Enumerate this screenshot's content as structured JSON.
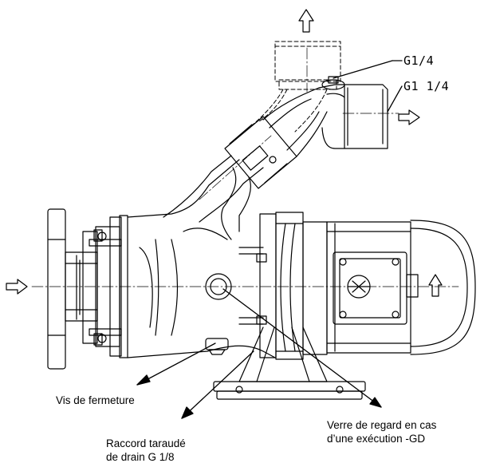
{
  "threads": {
    "g14": "G1/4",
    "g114": "G1 1/4"
  },
  "callouts": {
    "closing_screw": "Vis de fermeture",
    "sight_glass_line1": "Verre de regard en cas",
    "sight_glass_line2": "d’une exécution  -GD",
    "drain_line1": "Raccord taraudé",
    "drain_line2": "de drain G 1/8"
  },
  "colors": {
    "ink": "#000000",
    "background": "#ffffff"
  }
}
